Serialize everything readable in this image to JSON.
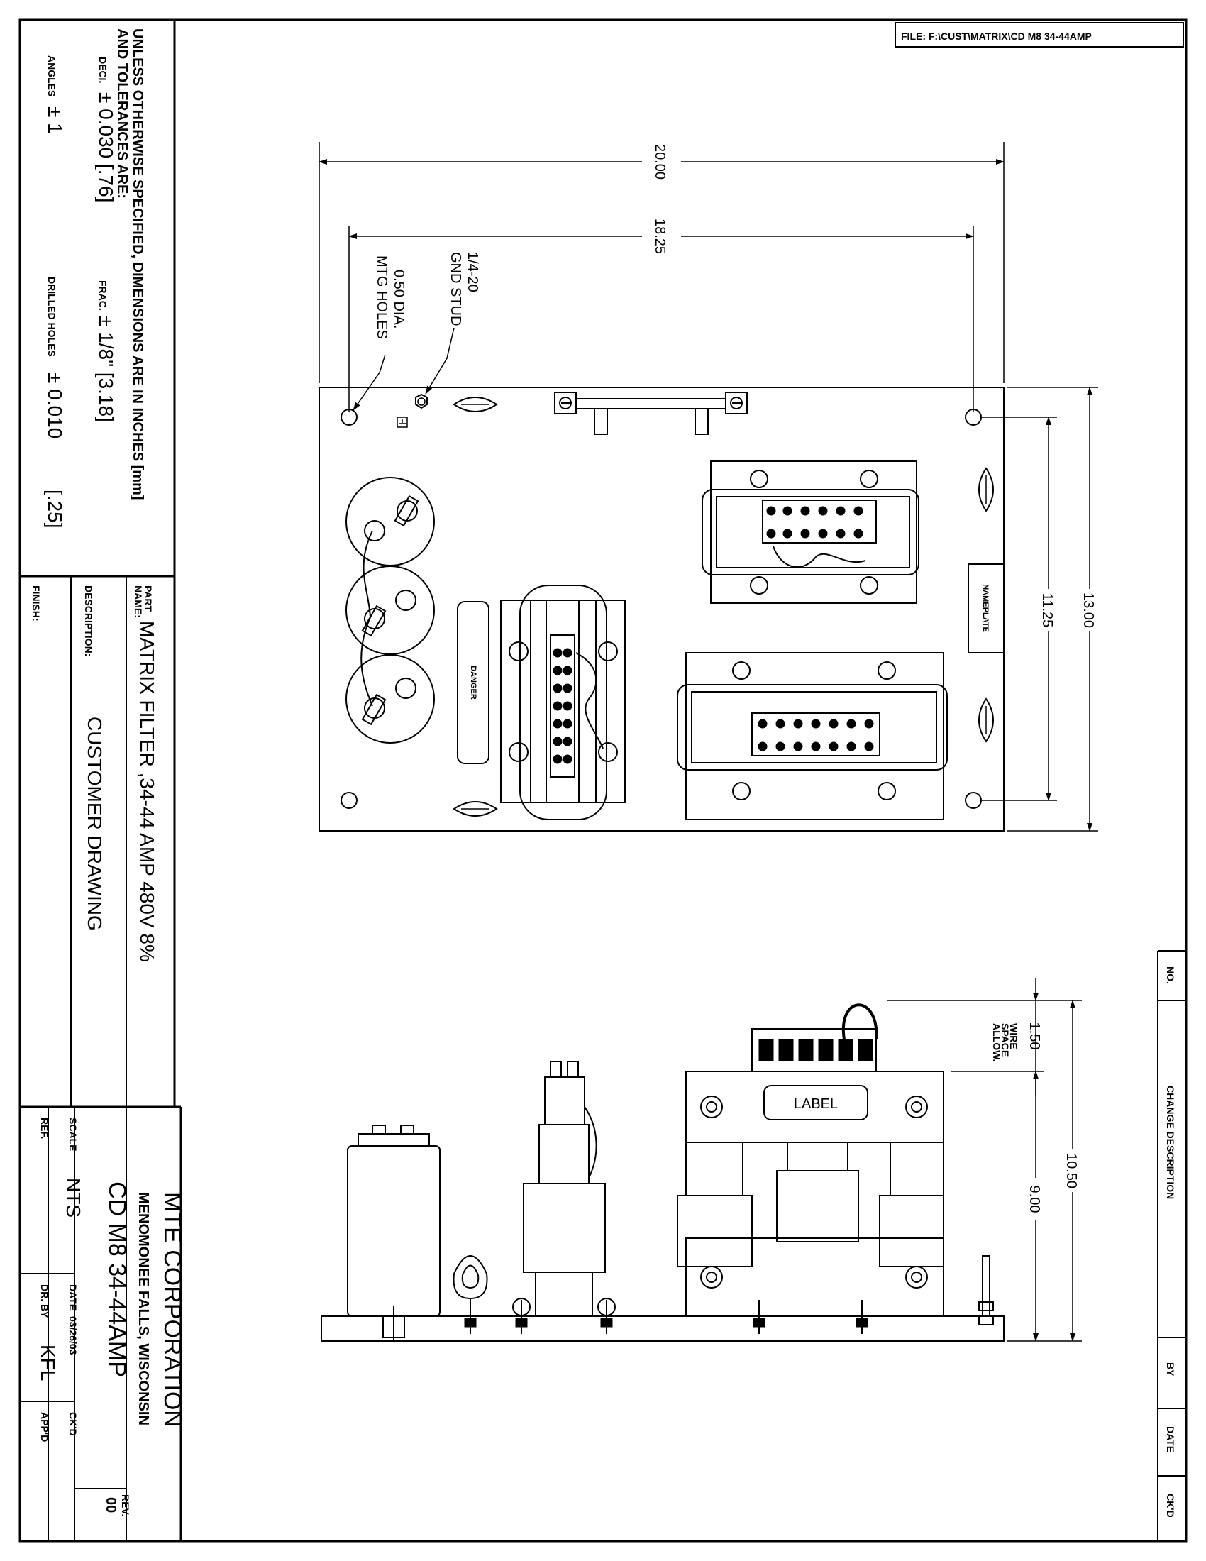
{
  "file_ref": "FILE: F:\\CUST\\MATRIX\\CD M8 34-44AMP",
  "tolerance": {
    "line1": "UNLESS OTHERWISE SPECIFIED, DIMENSIONS ARE IN INCHES [mm]",
    "line2": "AND TOLERANCES ARE:",
    "deci_label": "DECI.",
    "deci_value": "± 0.030 [.76]",
    "frac_label": "FRAC.",
    "frac_value": "± 1/8\" [3.18]",
    "angles_label": "ANGLES",
    "angles_value": "± 1",
    "drilled_label": "DRILLED HOLES",
    "drilled_value": "± 0.010",
    "drilled_mm": "[.25]"
  },
  "part": {
    "name_label_1": "PART",
    "name_label_2": "NAME:",
    "name": "MATRIX FILTER ,34-44 AMP 480V 8%",
    "description_label": "DESCRIPTION:",
    "description": "CUSTOMER DRAWING",
    "finish_label": "FINISH:"
  },
  "title_block": {
    "company": "MTE CORPORATION",
    "location": "MENOMONEE FALLS, WISCONSIN",
    "drawing_no": "CD M8 34-44AMP",
    "rev_label": "REV.",
    "rev": "00",
    "scale_label": "SCALE",
    "scale": "NTS",
    "date_label": "DATE",
    "date": "03/26/03",
    "ckd_label": "CK'D",
    "ref_label": "REF.",
    "drby_label": "DR. BY",
    "drby": "KFL",
    "appd_label": "APP'D"
  },
  "revision_block": {
    "no": "NO.",
    "change": "CHANGE DESCRIPTION",
    "by": "BY",
    "date": "DATE",
    "ckd": "CK'D"
  },
  "top_view": {
    "dim_overall_width": "20.00",
    "dim_hole_width": "18.25",
    "dim_overall_height": "13.00",
    "dim_hole_height": "11.25",
    "gnd_stud_1": "1/4-20",
    "gnd_stud_2": "GND STUD",
    "mtg_holes_1": "0.50 DIA.",
    "mtg_holes_2": "MTG HOLES",
    "nameplate": "NAMEPLATE",
    "danger": "DANGER"
  },
  "side_view": {
    "label": "LABEL",
    "dim_overall": "10.50",
    "dim_body": "9.00",
    "dim_wire": "1.50",
    "wire_1": "WIRE",
    "wire_2": "SPACE",
    "wire_3": "ALLOW."
  }
}
